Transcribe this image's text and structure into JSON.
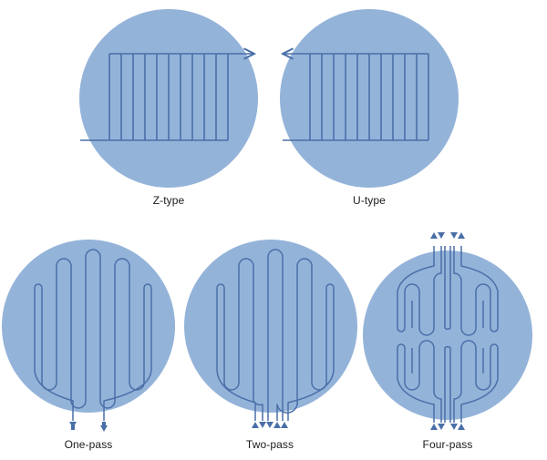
{
  "colors": {
    "plate": "#94b3d9",
    "channel": "#4a6fa8",
    "background": "#ffffff",
    "caption": "#1a1a1a"
  },
  "diagrams": {
    "z_type": {
      "label": "Z-type"
    },
    "u_type": {
      "label": "U-type"
    },
    "one_pass": {
      "label": "One-pass"
    },
    "two_pass": {
      "label": "Two-pass"
    },
    "four_pass": {
      "label": "Four-pass"
    }
  }
}
